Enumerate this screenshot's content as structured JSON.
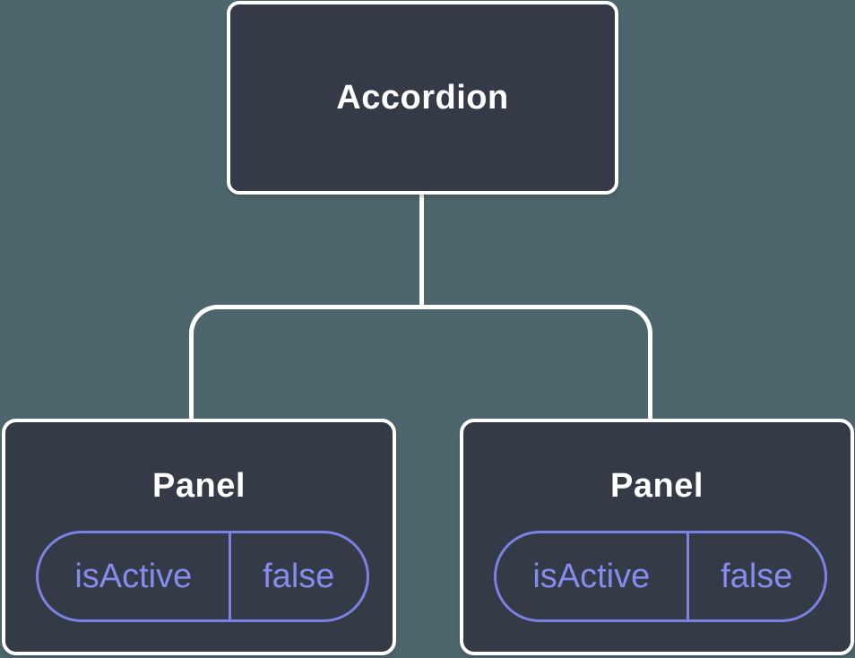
{
  "diagram": {
    "description": "React component tree diagram",
    "root": {
      "label": "Accordion"
    },
    "children": [
      {
        "label": "Panel",
        "state": {
          "key": "isActive",
          "value": "false"
        }
      },
      {
        "label": "Panel",
        "state": {
          "key": "isActive",
          "value": "false"
        }
      }
    ]
  },
  "colors": {
    "background": "#4d666c",
    "node_fill": "#343a46",
    "node_border": "#ffffff",
    "title_text": "#ffffff",
    "state_accent": "#7b82e4",
    "state_text": "#868cee",
    "connector": "#ffffff"
  }
}
